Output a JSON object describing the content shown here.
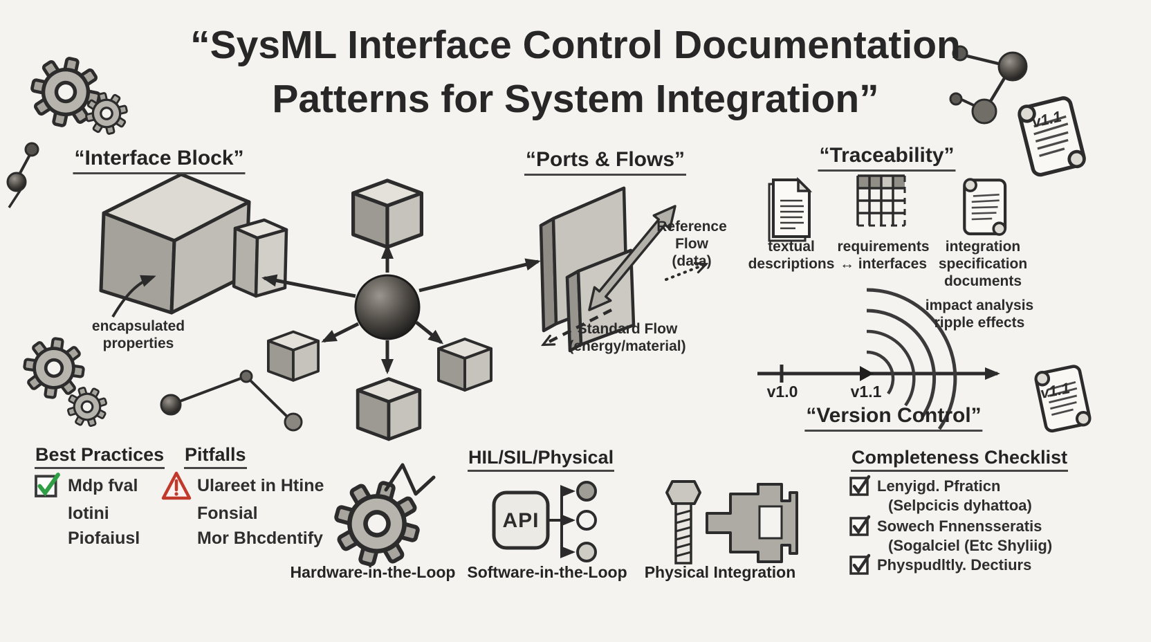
{
  "title": {
    "line1": "“SysML Interface Control Documentation",
    "line2": "Patterns for System Integration”"
  },
  "interface_block": {
    "heading": "“Interface Block”",
    "caption_line1": "encapsulated",
    "caption_line2": "properties"
  },
  "ports_flows": {
    "heading": "“Ports & Flows”",
    "reference_line1": "Reference",
    "reference_line2": "Flow",
    "reference_line3": "(data)",
    "standard_line1": "Standard Flow",
    "standard_line2": "(energy/material)"
  },
  "traceability": {
    "heading": "“Traceability”",
    "items": [
      {
        "icon": "document-icon",
        "line1": "textual",
        "line2": "descriptions"
      },
      {
        "icon": "matrix-table-icon",
        "line1": "requirements",
        "line2": "↔ interfaces"
      },
      {
        "icon": "scroll-icon",
        "line1": "integration",
        "line2": "specification",
        "line3": "documents"
      }
    ]
  },
  "version_control": {
    "heading": "“Version Control”",
    "impact_line1": "impact analysis",
    "impact_line2": "ripple effects",
    "tick1": "v1.0",
    "tick2": "v1.1",
    "scroll_badge": "v1.1"
  },
  "decor": {
    "scroll_badge": "v1.1"
  },
  "best_practices": {
    "heading": "Best Practices",
    "line1": "Mdp fval",
    "line2": "Iotini",
    "line3": "Piofaiusl"
  },
  "pitfalls": {
    "heading": "Pitfalls",
    "line1": "Ulareet in Htine",
    "line2": "Fonsial",
    "line3": "Mor Bhcdentify"
  },
  "integration_modes": {
    "heading": "HIL/SIL/Physical",
    "api_label": "API",
    "hardware_label": "Hardware-in-the-Loop",
    "software_label": "Software-in-the-Loop",
    "physical_label": "Physical Integration"
  },
  "checklist": {
    "heading": "Completeness Checklist",
    "items": [
      {
        "line1": "Lenyigd. Pfraticn",
        "line2": "(Selpcicis dyhattoa)"
      },
      {
        "line1": "Sowech Fnnensseratis",
        "line2": "(Sogalciel (Etc Shyliig)"
      },
      {
        "line1": "Physpudltly. Dectiurs",
        "line2": ""
      }
    ]
  },
  "colors": {
    "ink": "#2b2b2b",
    "paper": "#f5f3ef",
    "check_green": "#2f9e44",
    "warning_red": "#c0392b",
    "pencil_gray": "#b3afa9"
  }
}
